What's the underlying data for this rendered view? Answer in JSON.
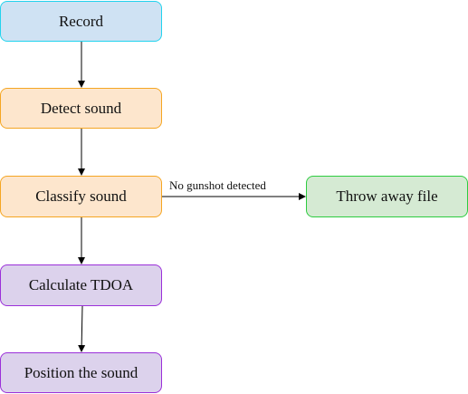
{
  "colors": {
    "record_fill": "#cfe2f3",
    "record_stroke": "#22d3ee",
    "process_fill": "#fde6cd",
    "process_stroke": "#f5a623",
    "calc_fill": "#dcd2ec",
    "calc_stroke": "#9b30d9",
    "discard_fill": "#d5ead3",
    "discard_stroke": "#2ecc40",
    "edge": "#000000"
  },
  "nodes": {
    "record": "Record",
    "detect": "Detect sound",
    "classify": "Classify sound",
    "discard": "Throw away file",
    "tdoa": "Calculate TDOA",
    "position": "Position the sound"
  },
  "edges": {
    "no_gunshot_label": "No gunshot detected"
  }
}
